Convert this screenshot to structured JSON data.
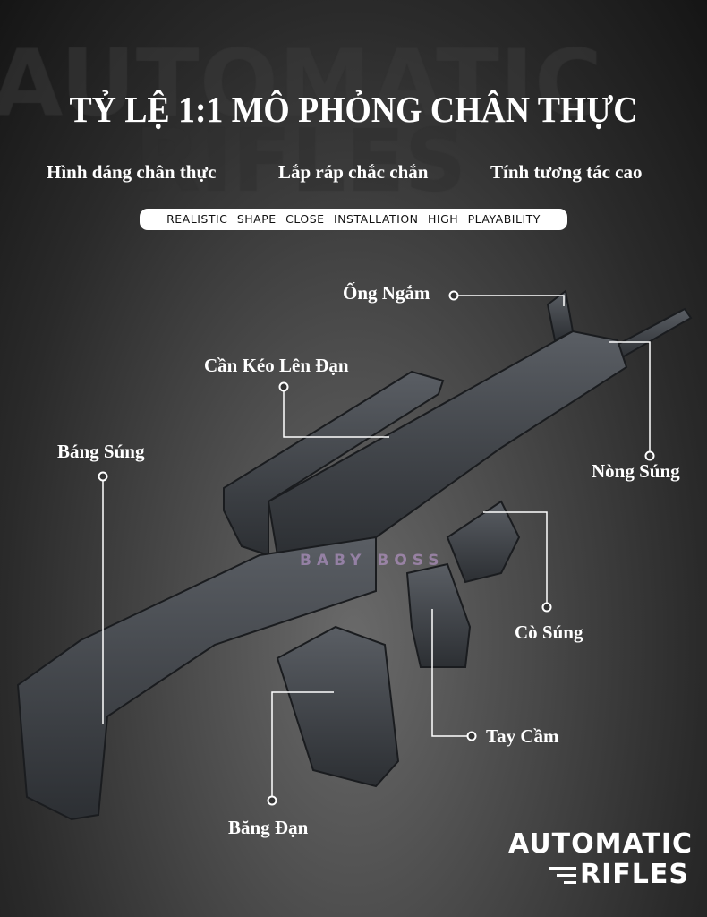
{
  "background_text": {
    "line1": "AUTOMATIC",
    "line2": "RIFLES"
  },
  "title": "TỶ LỆ 1:1 MÔ PHỎNG CHÂN THỰC",
  "features": [
    "Hình dáng chân thực",
    "Lắp ráp chắc chắn",
    "Tính tương tác cao"
  ],
  "tagline": "REALISTIC SHAPE  CLOSE INSTALLATION  HIGH PLAYABILITY",
  "callouts": {
    "scope": "Ống Ngắm",
    "charging_handle": "Cần Kéo Lên Đạn",
    "stock": "Báng Súng",
    "barrel": "Nòng Súng",
    "trigger": "Cò Súng",
    "grip": "Tay Cầm",
    "magazine": "Băng Đạn"
  },
  "watermark": "BABY BOSS",
  "logo": {
    "line1": "AUTOMATIC",
    "line2": "RIFLES"
  }
}
